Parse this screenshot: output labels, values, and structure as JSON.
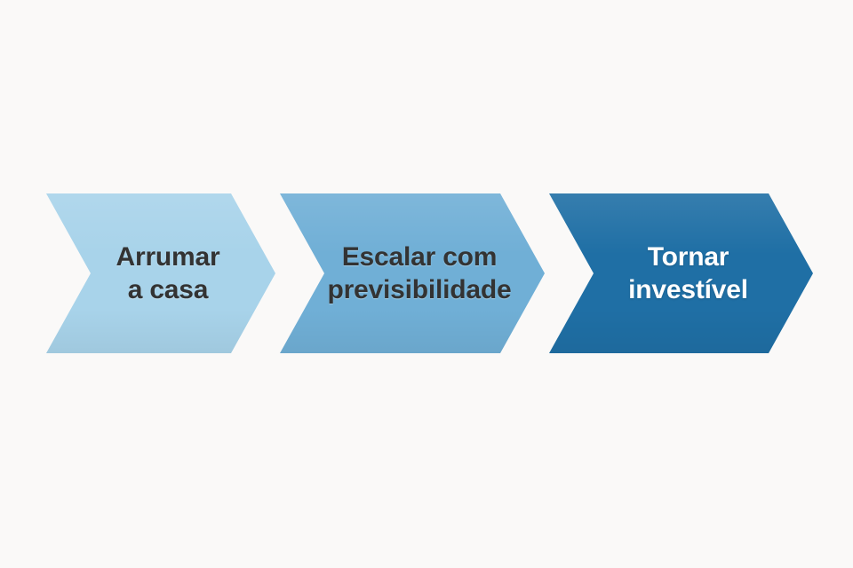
{
  "diagram": {
    "type": "process-chevron",
    "orientation": "horizontal",
    "background_color": "#faf9f8",
    "step_count": 3,
    "steps": [
      {
        "index": 1,
        "label": "Arrumar\na casa",
        "label_line_1": "Arrumar",
        "label_line_2": "a casa",
        "fill_color": "#a8d3ea",
        "text_color": "#333333"
      },
      {
        "index": 2,
        "label": "Escalar com\nprevisibilidade",
        "label_line_1": "Escalar com",
        "label_line_2": "previsibilidade",
        "fill_color": "#70afd6",
        "text_color": "#333333"
      },
      {
        "index": 3,
        "label": "Tornar\ninvestível",
        "label_line_1": "Tornar",
        "label_line_2": "investível",
        "fill_color": "#1f6fa5",
        "text_color": "#ffffff"
      }
    ]
  }
}
